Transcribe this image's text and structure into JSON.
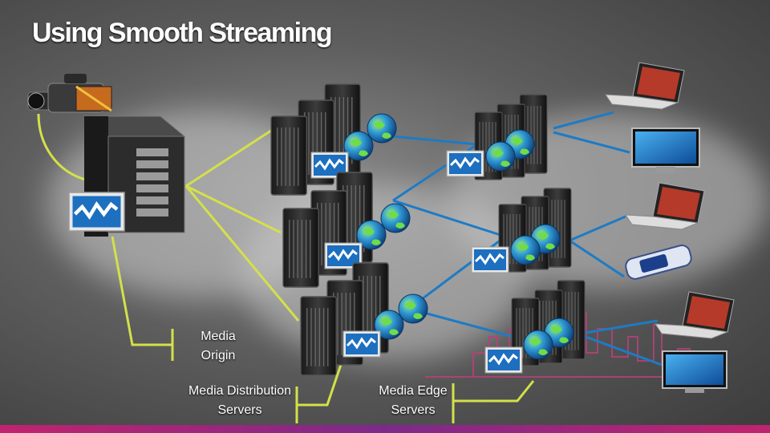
{
  "title": "Using Smooth Streaming",
  "labels": {
    "origin_line1": "Media",
    "origin_line2": "Origin",
    "distribution_line1": "Media Distribution",
    "distribution_line2": "Servers",
    "edge_line1": "Media Edge",
    "edge_line2": "Servers"
  },
  "colors": {
    "origin_link": "#d4e04a",
    "edge_link": "#1e7bc4",
    "skyline": "#b8407a",
    "accent_bar": "#c0246e"
  },
  "icons": [
    "video-camera-icon",
    "server-icon",
    "server-rack-icon",
    "globe-icon",
    "smooth-streaming-logo-icon",
    "laptop-icon",
    "monitor-icon",
    "phone-icon"
  ]
}
